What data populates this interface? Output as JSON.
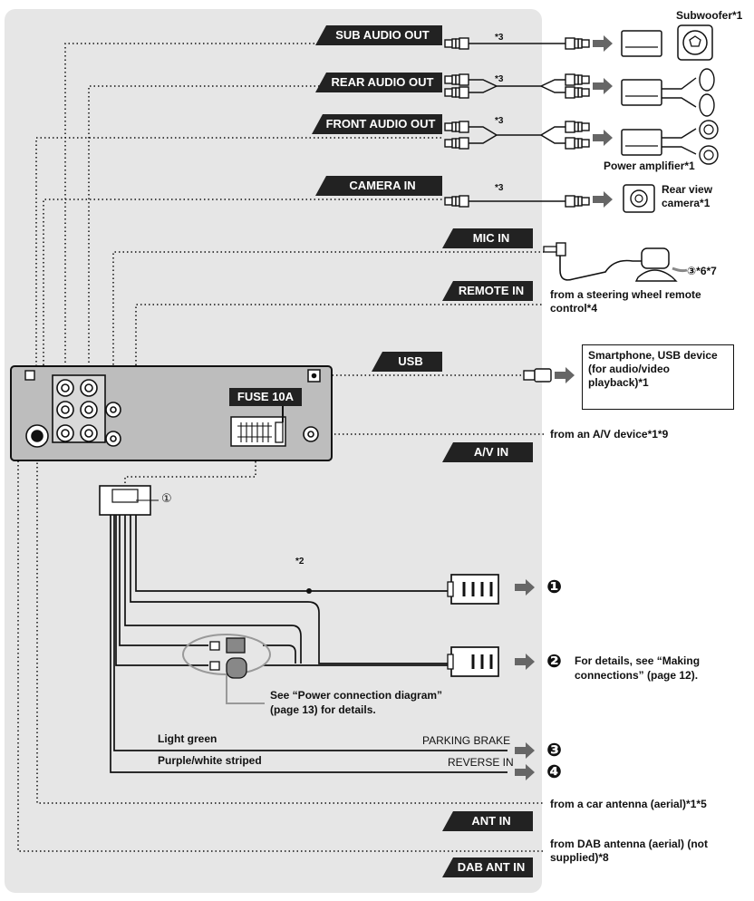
{
  "tags": {
    "sub_audio_out": "SUB AUDIO OUT",
    "rear_audio_out": "REAR AUDIO OUT",
    "front_audio_out": "FRONT AUDIO OUT",
    "camera_in": "CAMERA IN",
    "mic_in": "MIC IN",
    "remote_in": "REMOTE IN",
    "usb": "USB",
    "av_in": "A/V IN",
    "ant_in": "ANT IN",
    "dab_ant_in": "DAB ANT IN",
    "fuse": "FUSE 10A"
  },
  "labels": {
    "subwoofer": "Subwoofer*1",
    "power_amplifier": "Power amplifier*1",
    "rear_view_camera_1": "Rear view",
    "rear_view_camera_2": "camera*1",
    "mic_note": "③*6*7",
    "remote_1": "from a steering wheel remote",
    "remote_2": "control*4",
    "usb_device_1": "Smartphone, USB device",
    "usb_device_2": "(for audio/video",
    "usb_device_3": "playback)*1",
    "av_device": "from an A/V device*1*9",
    "note_star3_a": "*3",
    "note_star3_b": "*3",
    "note_star3_c": "*3",
    "note_star3_d": "*3",
    "note_star2": "*2",
    "circle_1_small": "①",
    "conn_1": "❶",
    "conn_2": "❷",
    "conn_3": "❸",
    "conn_4": "❹",
    "details_1": "For details, see “Making",
    "details_2": "connections” (page 12).",
    "power_diag_1": "See “Power connection diagram”",
    "power_diag_2": "(page 13) for details.",
    "light_green": "Light green",
    "parking_brake": "PARKING BRAKE",
    "purple_white": "Purple/white striped",
    "reverse_in": "REVERSE IN",
    "car_antenna": "from a car antenna (aerial)*1*5",
    "dab_1": "from DAB antenna (aerial) (not",
    "dab_2": "supplied)*8"
  }
}
